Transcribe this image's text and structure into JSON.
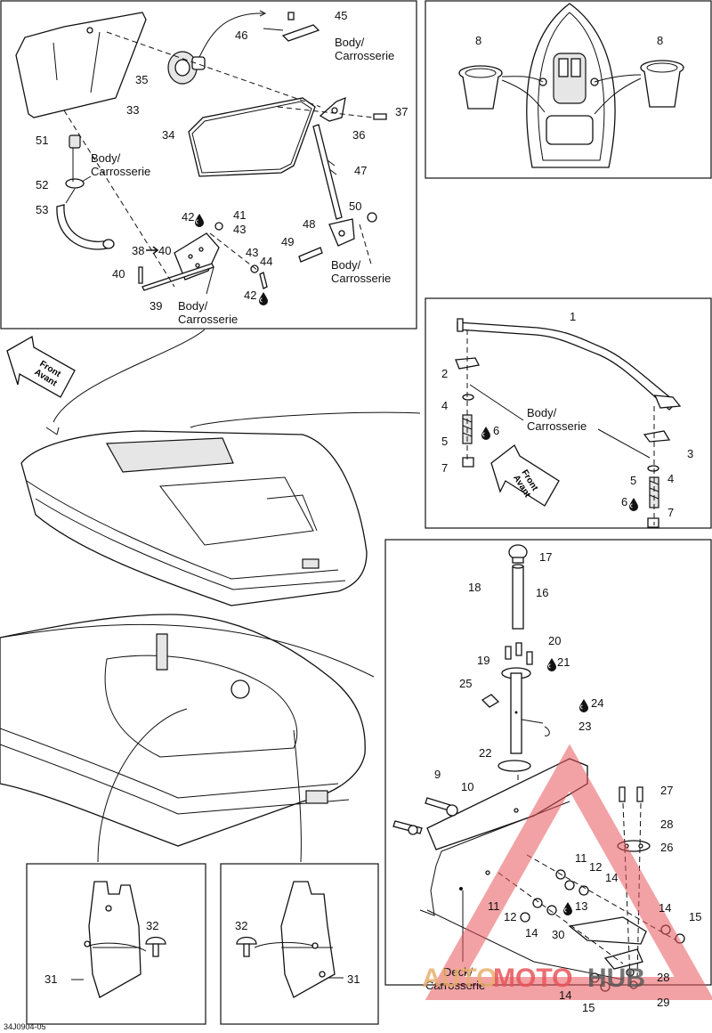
{
  "body_label_line1": "Body/",
  "body_label_line2": "Carrosserie",
  "deck_label_line1": "Deck/",
  "deck_label_line2": "Carrosserie",
  "front_label_line1": "Front",
  "front_label_line2": "Avant",
  "figure_code": "34J0904-05",
  "watermark": {
    "part1": "AUTO",
    "part2": "MOTO",
    "part3": "HUB",
    "color": "#e8555b"
  },
  "callouts": {
    "c1": "1",
    "c2": "2",
    "c3": "3",
    "c4a": "4",
    "c4b": "4",
    "c5a": "5",
    "c5b": "5",
    "c6a": "6",
    "c6b": "6",
    "c7a": "7",
    "c7b": "7",
    "c8a": "8",
    "c8b": "8",
    "c9": "9",
    "c10": "10",
    "c11a": "11",
    "c11b": "11",
    "c12a": "12",
    "c12b": "12",
    "c13": "13",
    "c14a": "14",
    "c14b": "14",
    "c14c": "14",
    "c14d": "14",
    "c15a": "15",
    "c15b": "15",
    "c16": "16",
    "c17": "17",
    "c18": "18",
    "c19": "19",
    "c20": "20",
    "c21": "21",
    "c22": "22",
    "c23": "23",
    "c24": "24",
    "c25": "25",
    "c26": "26",
    "c27": "27",
    "c28a": "28",
    "c28b": "28",
    "c29": "29",
    "c30": "30",
    "c31a": "31",
    "c31b": "31",
    "c32a": "32",
    "c32b": "32",
    "c33": "33",
    "c34": "34",
    "c35": "35",
    "c36": "36",
    "c37": "37",
    "c38": "38",
    "c39": "39",
    "c40a": "40",
    "c40b": "40",
    "c41": "41",
    "c42a": "42",
    "c42b": "42",
    "c43a": "43",
    "c43b": "43",
    "c44": "44",
    "c45": "45",
    "c46": "46",
    "c47": "47",
    "c48": "48",
    "c49": "49",
    "c50": "50",
    "c51": "51",
    "c52": "52",
    "c53": "53"
  },
  "icons": [
    "adhesive-drop-icon",
    "arrow-right-icon",
    "front-arrow-icon"
  ]
}
